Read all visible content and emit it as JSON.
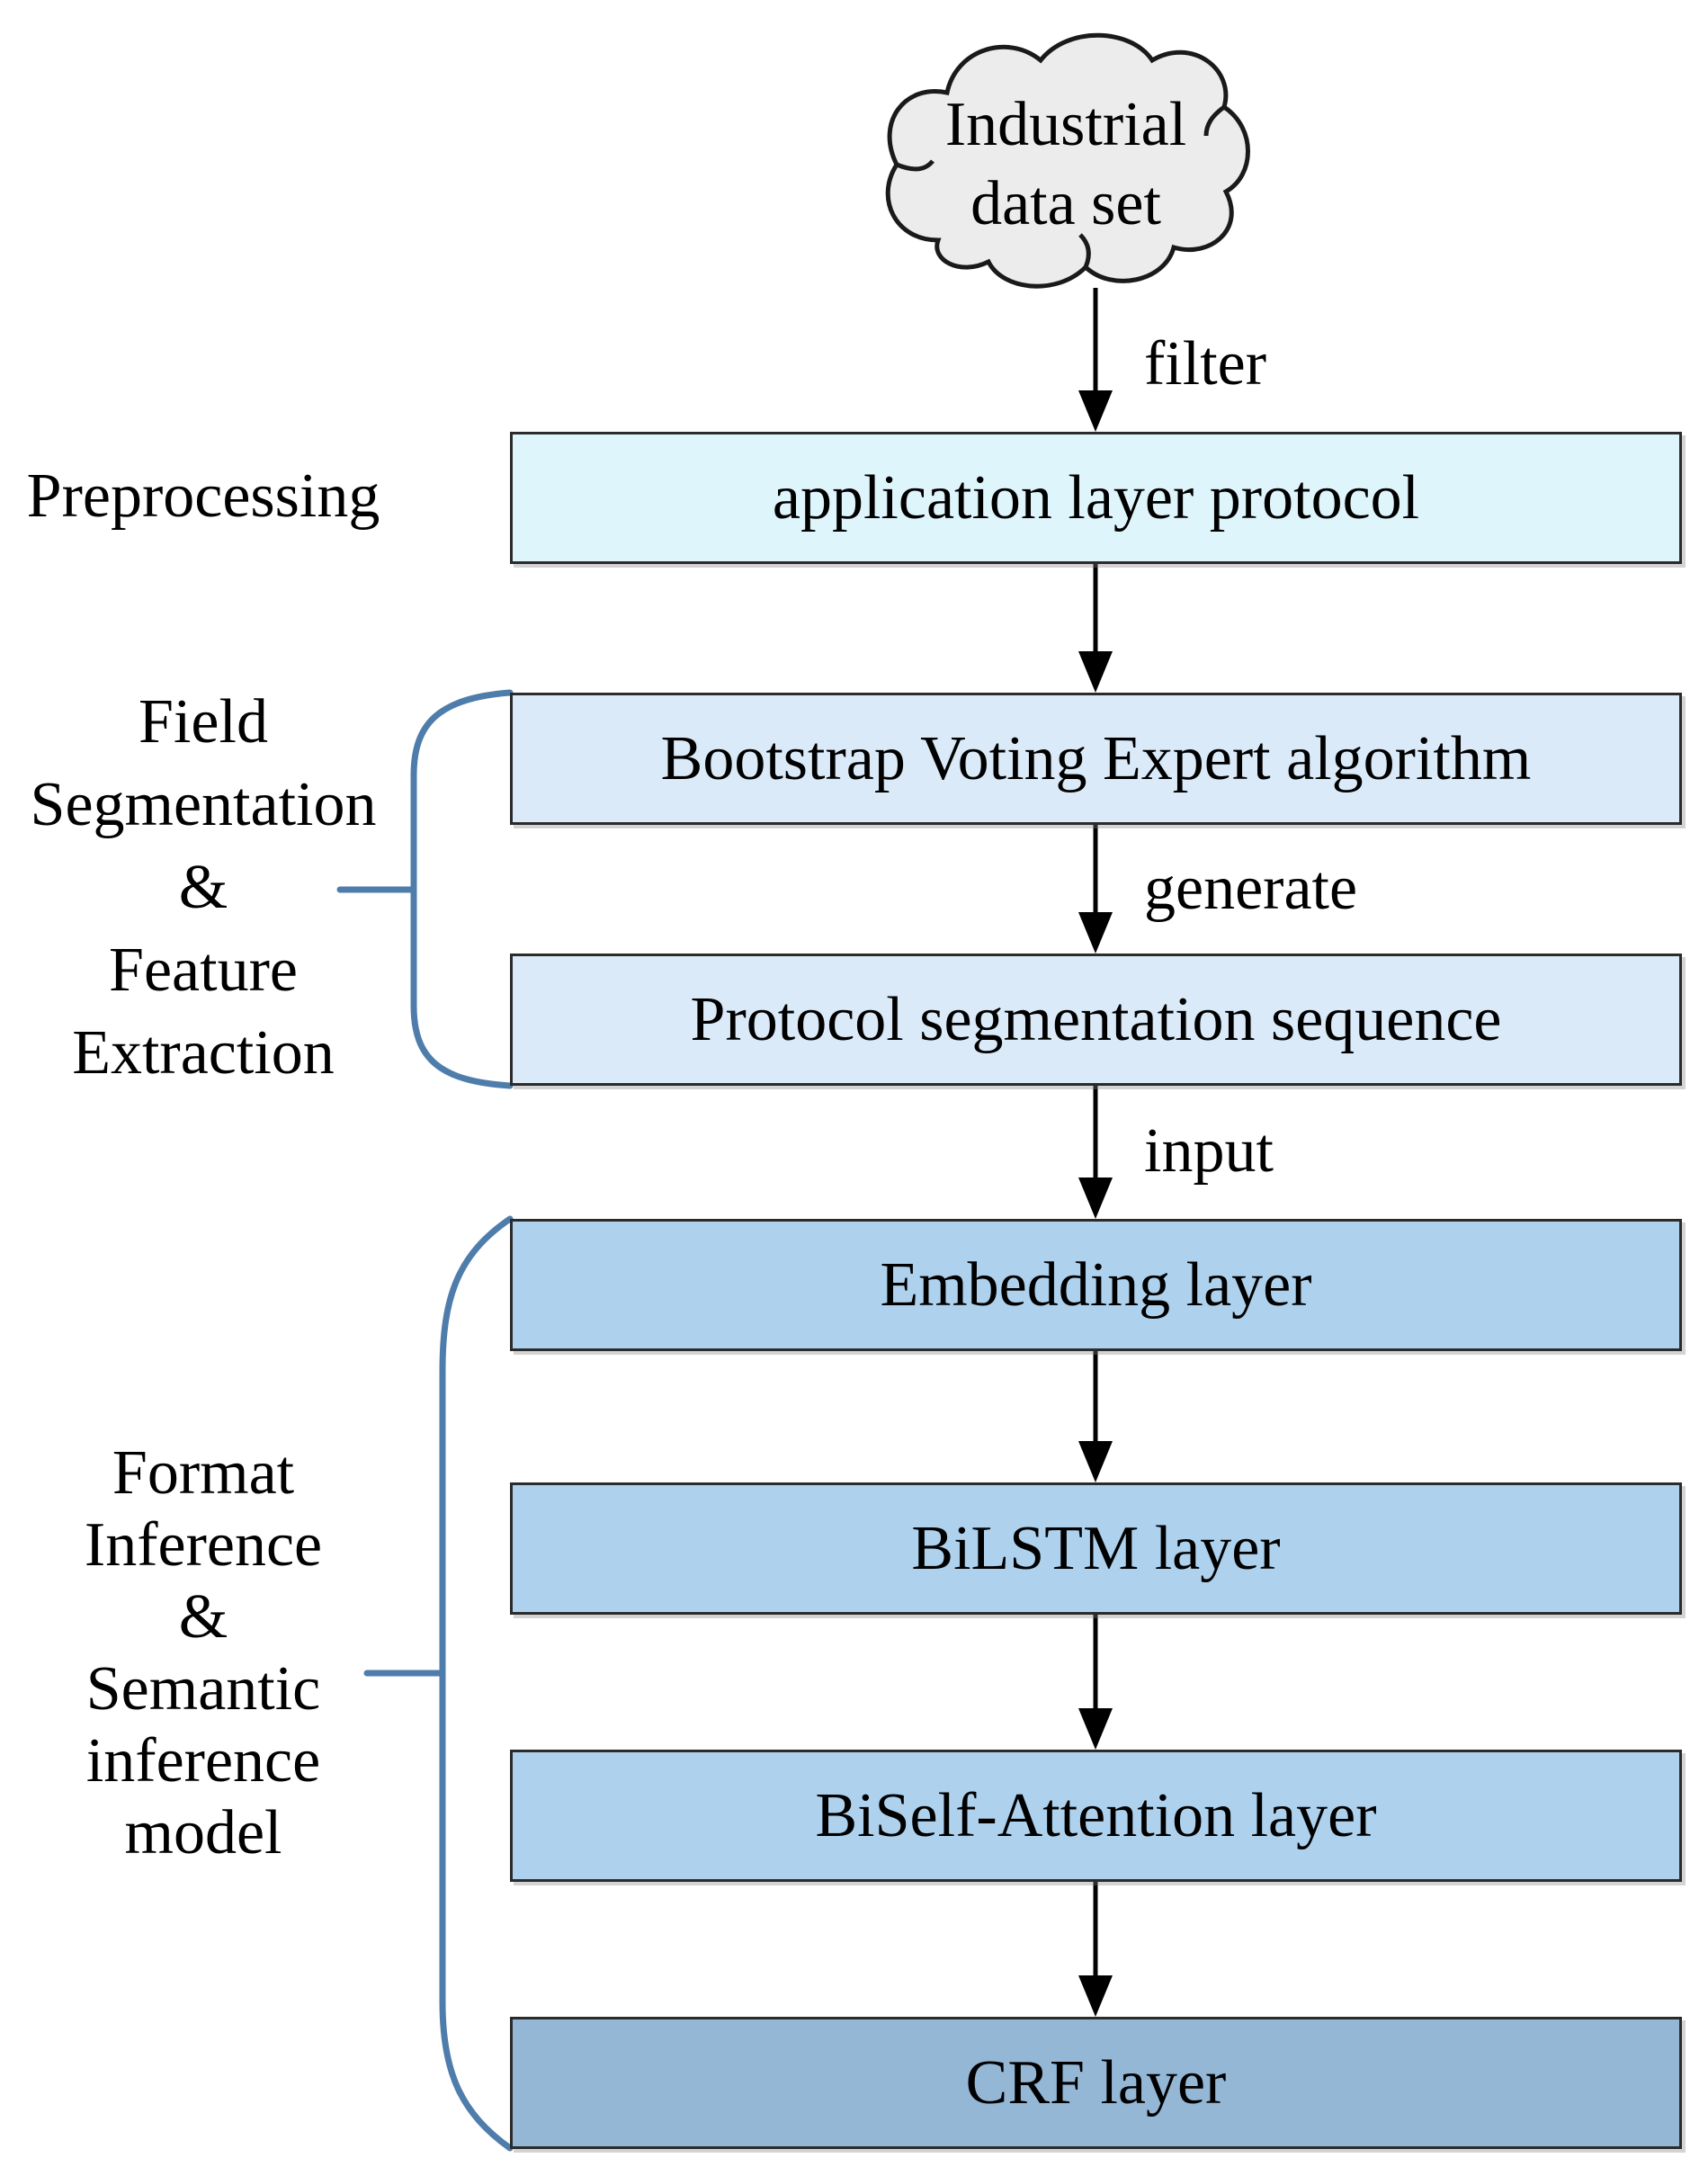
{
  "cloud": {
    "line1": "Industrial",
    "line2": "data set"
  },
  "edge_labels": {
    "filter": "filter",
    "generate": "generate",
    "input": "input"
  },
  "boxes": [
    {
      "id": "application-layer-protocol",
      "label": "application layer protocol",
      "fill": "#dff5fc"
    },
    {
      "id": "bootstrap-voting-expert",
      "label": "Bootstrap Voting Expert algorithm",
      "fill": "#daeaf8"
    },
    {
      "id": "protocol-segmentation-sequence",
      "label": "Protocol segmentation sequence",
      "fill": "#daeaf8"
    },
    {
      "id": "embedding-layer",
      "label": "Embedding layer",
      "fill": "#aed2ee"
    },
    {
      "id": "bilstm-layer",
      "label": "BiLSTM layer",
      "fill": "#aed2ee"
    },
    {
      "id": "biself-attention-layer",
      "label": "BiSelf-Attention layer",
      "fill": "#aed2ee"
    },
    {
      "id": "crf-layer",
      "label": "CRF layer",
      "fill": "#94b7d6"
    }
  ],
  "sections": [
    {
      "id": "preprocessing",
      "lines": [
        "Preprocessing"
      ]
    },
    {
      "id": "field-segmentation-feature-extraction",
      "lines": [
        "Field",
        "Segmentation",
        "&",
        "Feature",
        "Extraction"
      ]
    },
    {
      "id": "format-inference-semantic-inference-model",
      "lines": [
        "Format",
        "Inference",
        "&",
        "Semantic",
        "inference",
        "model"
      ]
    }
  ],
  "colors": {
    "brace": "#4f7dab",
    "arrow": "#000000",
    "cloud_fill": "#ececec",
    "box_border": "#2b2b2b"
  }
}
